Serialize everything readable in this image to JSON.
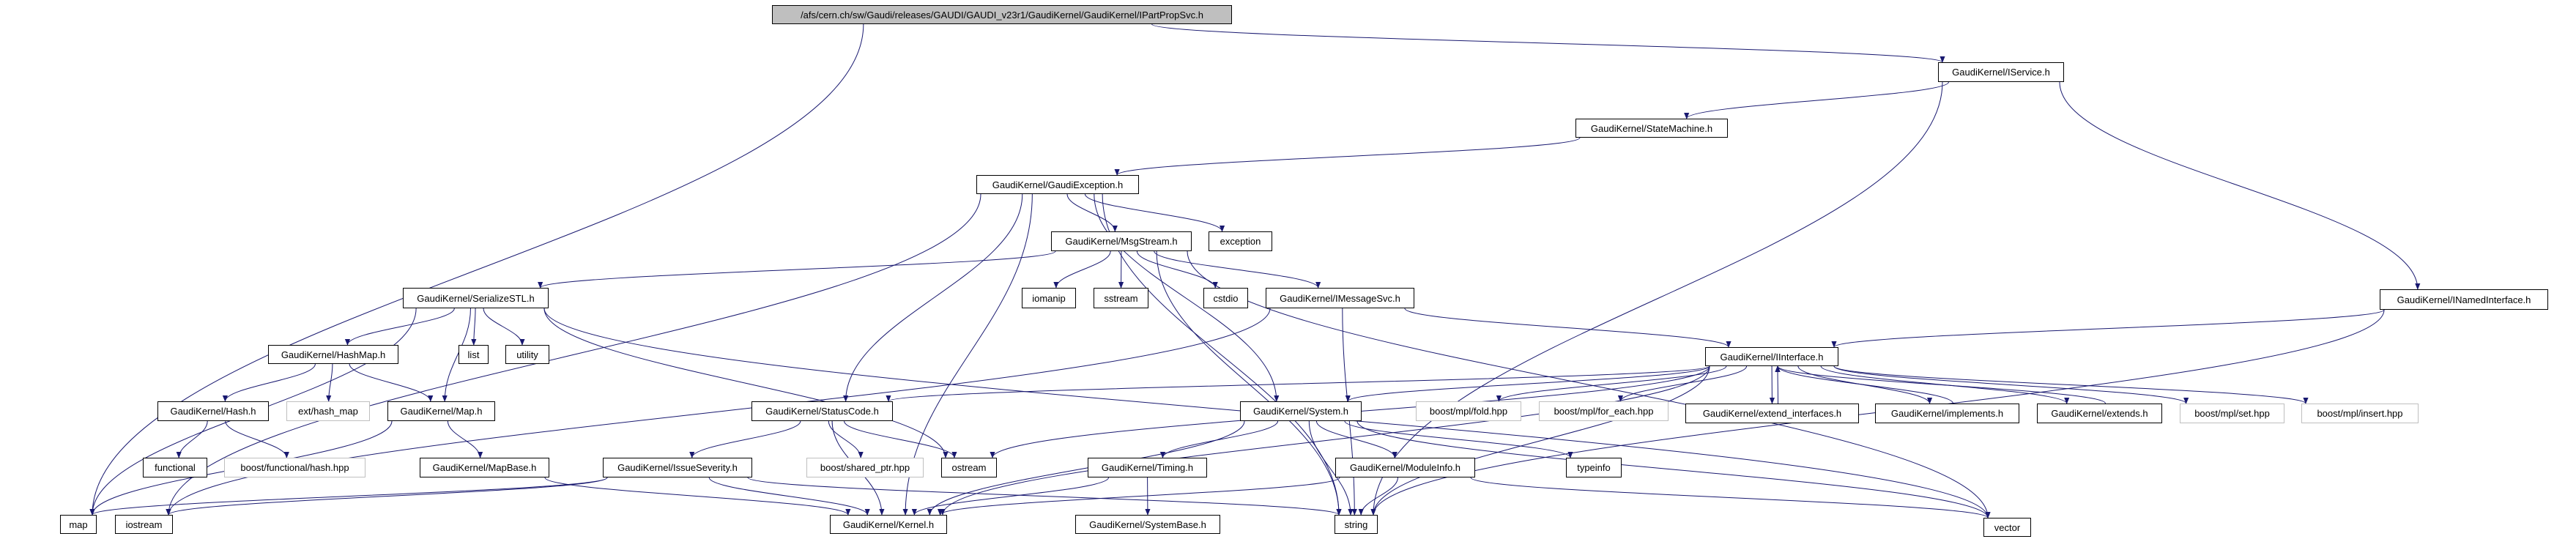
{
  "graph": {
    "edge_color": "#191970",
    "root_fill": "#bfbfbf",
    "external_border": "#bfbfbf",
    "nodes": [
      {
        "id": "root",
        "label": "/afs/cern.ch/sw/Gaudi/releases/GAUDI/GAUDI_v23r1/GaudiKernel/GaudiKernel/IPartPropSvc.h",
        "kind": "root"
      },
      {
        "id": "IService",
        "label": "GaudiKernel/IService.h",
        "kind": "doc"
      },
      {
        "id": "StateMachine",
        "label": "GaudiKernel/StateMachine.h",
        "kind": "doc"
      },
      {
        "id": "GaudiException",
        "label": "GaudiKernel/GaudiException.h",
        "kind": "doc"
      },
      {
        "id": "MsgStream",
        "label": "GaudiKernel/MsgStream.h",
        "kind": "doc"
      },
      {
        "id": "exception",
        "label": "exception",
        "kind": "doc"
      },
      {
        "id": "INamedInterface",
        "label": "GaudiKernel/INamedInterface.h",
        "kind": "doc"
      },
      {
        "id": "SerializeSTL",
        "label": "GaudiKernel/SerializeSTL.h",
        "kind": "doc"
      },
      {
        "id": "iomanip",
        "label": "iomanip",
        "kind": "doc"
      },
      {
        "id": "sstream",
        "label": "sstream",
        "kind": "doc"
      },
      {
        "id": "cstdio",
        "label": "cstdio",
        "kind": "doc"
      },
      {
        "id": "IMessageSvc",
        "label": "GaudiKernel/IMessageSvc.h",
        "kind": "doc"
      },
      {
        "id": "HashMap",
        "label": "GaudiKernel/HashMap.h",
        "kind": "doc"
      },
      {
        "id": "list",
        "label": "list",
        "kind": "doc"
      },
      {
        "id": "utility",
        "label": "utility",
        "kind": "doc"
      },
      {
        "id": "IInterface",
        "label": "GaudiKernel/IInterface.h",
        "kind": "doc"
      },
      {
        "id": "Hash",
        "label": "GaudiKernel/Hash.h",
        "kind": "doc"
      },
      {
        "id": "ext_hash_map",
        "label": "ext/hash_map",
        "kind": "external"
      },
      {
        "id": "Map",
        "label": "GaudiKernel/Map.h",
        "kind": "doc"
      },
      {
        "id": "StatusCode",
        "label": "GaudiKernel/StatusCode.h",
        "kind": "doc"
      },
      {
        "id": "System",
        "label": "GaudiKernel/System.h",
        "kind": "doc"
      },
      {
        "id": "mpl_fold",
        "label": "boost/mpl/fold.hpp",
        "kind": "external"
      },
      {
        "id": "mpl_for_each",
        "label": "boost/mpl/for_each.hpp",
        "kind": "external"
      },
      {
        "id": "extend_interfaces",
        "label": "GaudiKernel/extend_interfaces.h",
        "kind": "doc"
      },
      {
        "id": "implements",
        "label": "GaudiKernel/implements.h",
        "kind": "doc"
      },
      {
        "id": "extends",
        "label": "GaudiKernel/extends.h",
        "kind": "doc"
      },
      {
        "id": "mpl_set",
        "label": "boost/mpl/set.hpp",
        "kind": "external"
      },
      {
        "id": "mpl_insert",
        "label": "boost/mpl/insert.hpp",
        "kind": "external"
      },
      {
        "id": "functional",
        "label": "functional",
        "kind": "doc"
      },
      {
        "id": "boost_hash",
        "label": "boost/functional/hash.hpp",
        "kind": "external"
      },
      {
        "id": "MapBase",
        "label": "GaudiKernel/MapBase.h",
        "kind": "doc"
      },
      {
        "id": "IssueSeverity",
        "label": "GaudiKernel/IssueSeverity.h",
        "kind": "doc"
      },
      {
        "id": "shared_ptr",
        "label": "boost/shared_ptr.hpp",
        "kind": "external"
      },
      {
        "id": "ostream",
        "label": "ostream",
        "kind": "doc"
      },
      {
        "id": "Timing",
        "label": "GaudiKernel/Timing.h",
        "kind": "doc"
      },
      {
        "id": "ModuleInfo",
        "label": "GaudiKernel/ModuleInfo.h",
        "kind": "doc"
      },
      {
        "id": "typeinfo",
        "label": "typeinfo",
        "kind": "doc"
      },
      {
        "id": "map",
        "label": "map",
        "kind": "doc"
      },
      {
        "id": "iostream",
        "label": "iostream",
        "kind": "doc"
      },
      {
        "id": "Kernel",
        "label": "GaudiKernel/Kernel.h",
        "kind": "doc"
      },
      {
        "id": "SystemBase",
        "label": "GaudiKernel/SystemBase.h",
        "kind": "doc"
      },
      {
        "id": "string",
        "label": "string",
        "kind": "doc"
      },
      {
        "id": "vector",
        "label": "vector",
        "kind": "doc"
      }
    ],
    "edges": [
      [
        "root",
        "map"
      ],
      [
        "root",
        "IService"
      ],
      [
        "IService",
        "StateMachine"
      ],
      [
        "IService",
        "INamedInterface"
      ],
      [
        "IService",
        "string"
      ],
      [
        "StateMachine",
        "GaudiException"
      ],
      [
        "GaudiException",
        "MsgStream"
      ],
      [
        "GaudiException",
        "exception"
      ],
      [
        "GaudiException",
        "Kernel"
      ],
      [
        "GaudiException",
        "StatusCode"
      ],
      [
        "GaudiException",
        "System"
      ],
      [
        "GaudiException",
        "string"
      ],
      [
        "GaudiException",
        "iostream"
      ],
      [
        "MsgStream",
        "SerializeSTL"
      ],
      [
        "MsgStream",
        "iomanip"
      ],
      [
        "MsgStream",
        "sstream"
      ],
      [
        "MsgStream",
        "cstdio"
      ],
      [
        "MsgStream",
        "IMessageSvc"
      ],
      [
        "MsgStream",
        "string"
      ],
      [
        "MsgStream",
        "vector"
      ],
      [
        "SerializeSTL",
        "HashMap"
      ],
      [
        "SerializeSTL",
        "list"
      ],
      [
        "SerializeSTL",
        "utility"
      ],
      [
        "SerializeSTL",
        "Map"
      ],
      [
        "SerializeSTL",
        "map"
      ],
      [
        "SerializeSTL",
        "ostream"
      ],
      [
        "SerializeSTL",
        "vector"
      ],
      [
        "IMessageSvc",
        "IInterface"
      ],
      [
        "IMessageSvc",
        "string"
      ],
      [
        "IMessageSvc",
        "iostream"
      ],
      [
        "HashMap",
        "Hash"
      ],
      [
        "HashMap",
        "ext_hash_map"
      ],
      [
        "HashMap",
        "Map"
      ],
      [
        "Hash",
        "functional"
      ],
      [
        "Hash",
        "boost_hash"
      ],
      [
        "Map",
        "MapBase"
      ],
      [
        "Map",
        "map"
      ],
      [
        "MapBase",
        "Kernel"
      ],
      [
        "StatusCode",
        "IssueSeverity"
      ],
      [
        "StatusCode",
        "Kernel"
      ],
      [
        "StatusCode",
        "shared_ptr"
      ],
      [
        "StatusCode",
        "ostream"
      ],
      [
        "IssueSeverity",
        "map"
      ],
      [
        "IssueSeverity",
        "iostream"
      ],
      [
        "IssueSeverity",
        "Kernel"
      ],
      [
        "IssueSeverity",
        "string"
      ],
      [
        "IInterface",
        "StatusCode"
      ],
      [
        "IInterface",
        "System"
      ],
      [
        "IInterface",
        "ostream"
      ],
      [
        "IInterface",
        "Kernel"
      ],
      [
        "IInterface",
        "mpl_fold"
      ],
      [
        "IInterface",
        "mpl_for_each"
      ],
      [
        "IInterface",
        "extend_interfaces"
      ],
      [
        "IInterface",
        "implements"
      ],
      [
        "IInterface",
        "extends"
      ],
      [
        "IInterface",
        "mpl_set"
      ],
      [
        "IInterface",
        "mpl_insert"
      ],
      [
        "IInterface",
        "string"
      ],
      [
        "extend_interfaces",
        "IInterface"
      ],
      [
        "implements",
        "IInterface"
      ],
      [
        "extends",
        "IInterface"
      ],
      [
        "System",
        "Kernel"
      ],
      [
        "System",
        "Timing"
      ],
      [
        "System",
        "ModuleInfo"
      ],
      [
        "System",
        "typeinfo"
      ],
      [
        "System",
        "string"
      ],
      [
        "System",
        "vector"
      ],
      [
        "Timing",
        "Kernel"
      ],
      [
        "Timing",
        "SystemBase"
      ],
      [
        "ModuleInfo",
        "Kernel"
      ],
      [
        "ModuleInfo",
        "string"
      ],
      [
        "ModuleInfo",
        "vector"
      ],
      [
        "INamedInterface",
        "IInterface"
      ],
      [
        "INamedInterface",
        "string"
      ]
    ]
  }
}
